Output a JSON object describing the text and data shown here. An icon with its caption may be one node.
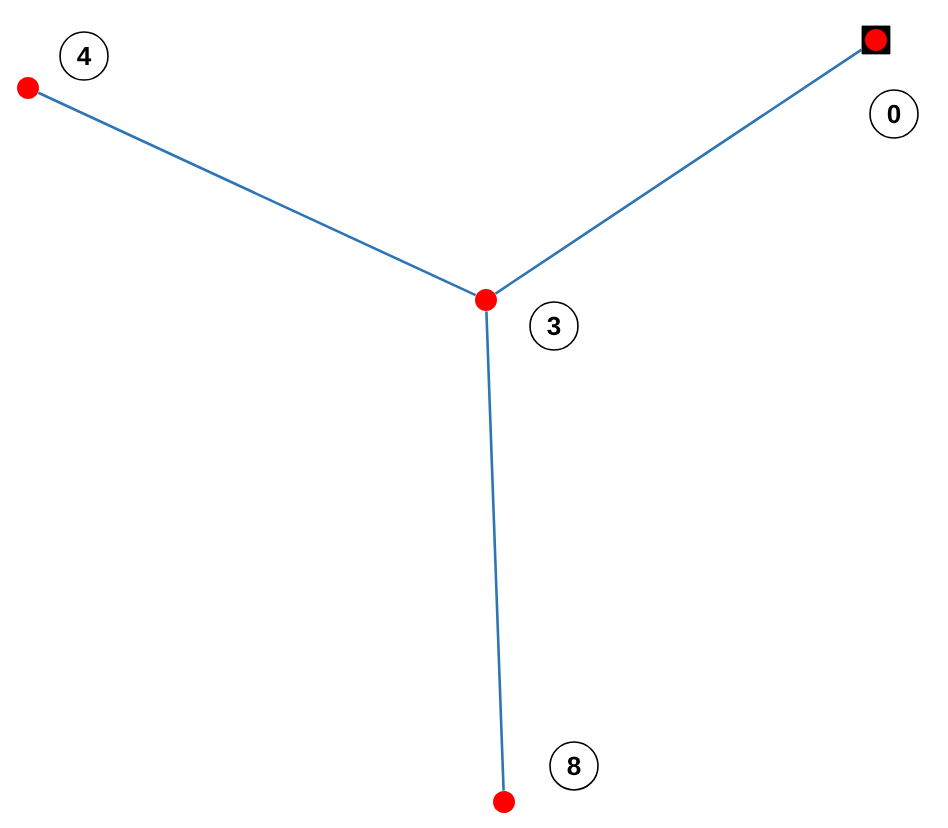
{
  "diagram": {
    "nodes": [
      {
        "text": [],
        "shape": "box",
        "beside": [
          "0"
        ]
      },
      {
        "text": [],
        "shape": "circle",
        "beside": [
          "4"
        ]
      },
      {
        "text": [],
        "shape": "circle",
        "beside": [
          "3"
        ]
      },
      {
        "text": [],
        "shape": "circle",
        "beside": [
          "8"
        ]
      }
    ],
    "edges": [
      {
        "from": 2,
        "to": 1,
        "arrow": "none"
      },
      {
        "from": 2,
        "to": 0,
        "arrow": "none"
      },
      {
        "from": 2,
        "to": 3,
        "arrow": "none"
      }
    ]
  }
}
